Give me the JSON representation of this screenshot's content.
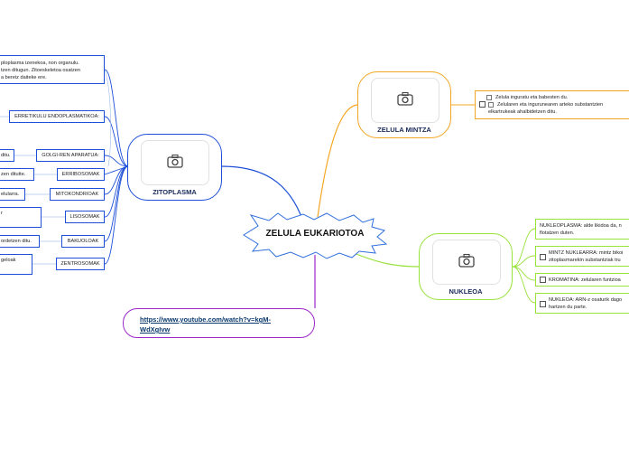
{
  "central": {
    "title": "ZELULA EUKARIOTOA"
  },
  "link": {
    "text_line1": "https://www.youtube.com/watch?v=kgM-",
    "text_line2": "WdXgIvw"
  },
  "topics": {
    "zitoplasma": {
      "title": "ZITOPLASMA",
      "icon": "camera-icon"
    },
    "mintza": {
      "title": "ZELULA MINTZA",
      "icon": "camera-icon"
    },
    "nukleoa": {
      "title": "NUKLEOA",
      "icon": "camera-icon"
    }
  },
  "zitoplasma_children": [
    {
      "label": "ERRETIKULU ENDOPLASMATIKOA:"
    },
    {
      "label": "GOLGI-REN APARATUA:"
    },
    {
      "label": "ERRIBOSOMAK"
    },
    {
      "label": "MITOKONDRIOAK"
    },
    {
      "label": "LISOSOMAK"
    },
    {
      "label": "BAKUOLOAK"
    },
    {
      "label": "ZENTROSOMAK"
    }
  ],
  "zitoplasma_desc": {
    "line1": "ploplasma izenekoa, non organulu.",
    "line2": "tzen ditugun. Zitoeskeletoa osatzen",
    "line3": "a bereiz daiteke ere."
  },
  "left_fragments": [
    {
      "text": "ditu."
    },
    {
      "text": "zen ditutte."
    },
    {
      "text": "elularra."
    },
    {
      "text": "r"
    },
    {
      "text": "ordetzen ditu."
    },
    {
      "text": "geloak"
    }
  ],
  "mintza_desc": {
    "line1": "Zelula inguratu eta babesten du.",
    "line2": "Zelularen eta ingurunearen arteko substantzien",
    "line3": "elkartrukeak ahalbidetzen ditu."
  },
  "nukleoa_children": [
    {
      "line1": "NUKLEOPLASMA: alde likidoa da, n",
      "line2": "flotatzen duten."
    },
    {
      "line1": "MINTZ NUKLEARRA: mintz bikoi",
      "line2": "zitoplasmarekin substantziak tru"
    },
    {
      "line1": "KROMATINA: zelularen funtzioa",
      "line2": ""
    },
    {
      "line1": "NUKLEOA: ARN-z osaturik dago",
      "line2": "hartzen du parte."
    }
  ],
  "colors": {
    "blue": "#1d4fd8",
    "green": "#98e23a",
    "orange": "#f5a623",
    "purple": "#9b27c9",
    "central_border": "#2f6fdc"
  }
}
